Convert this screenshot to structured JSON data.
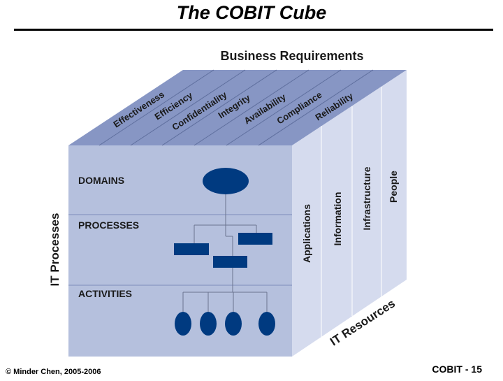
{
  "title": "The COBIT Cube",
  "footer": {
    "copyright": "© Minder Chen, 2005-2006",
    "slide_label": "COBIT - 15"
  },
  "cube": {
    "top_label": "Business Requirements",
    "top_criteria": [
      "Effectiveness",
      "Efficiency",
      "Confidentiality",
      "Integrity",
      "Availability",
      "Compliance",
      "Reliability"
    ],
    "front_axis_label": "IT Processes",
    "front_rows": [
      "DOMAINS",
      "PROCESSES",
      "ACTIVITIES"
    ],
    "side_axis_label": "IT Resources",
    "side_resources": [
      "Applications",
      "Information",
      "Infrastructure",
      "People"
    ],
    "colors": {
      "front_face": "#b5c0dd",
      "top_face": "#8796c4",
      "side_face": "#d5dbee",
      "shape_fill": "#003a80",
      "text": "#1a1a1a"
    }
  }
}
